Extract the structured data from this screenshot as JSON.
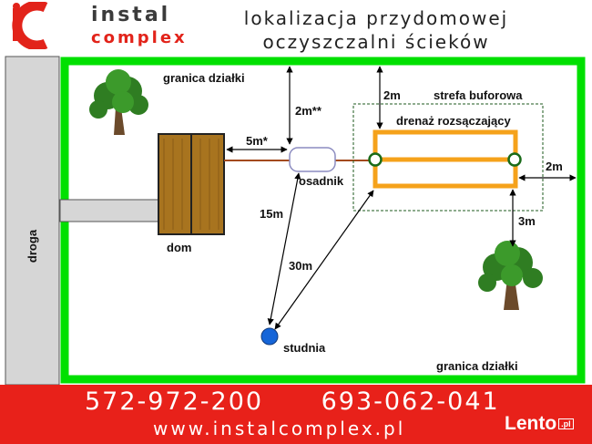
{
  "brand": {
    "name_top": "instal",
    "name_bottom": "complex",
    "colors": {
      "red": "#e2231a",
      "dark": "#3b3b3b"
    }
  },
  "header": {
    "title_line1": "lokalizacja przydomowej",
    "title_line2": "oczyszczalni ścieków"
  },
  "diagram": {
    "labels": {
      "road": "droga",
      "plot_boundary_top": "granica działki",
      "plot_boundary_bottom": "granica działki",
      "house": "dom",
      "settler": "osadnik",
      "buffer_zone": "strefa buforowa",
      "drainage": "drenaż rozsączający",
      "well": "studnia"
    },
    "distances": {
      "house_to_settler": "5m*",
      "settler_to_boundary": "2m**",
      "drainage_to_boundary_top": "2m",
      "drainage_to_boundary_right": "2m",
      "drainage_to_tree": "3m",
      "well_to_settler": "15m",
      "well_to_drainage": "30m"
    },
    "colors": {
      "plot_border": "#00e000",
      "road": "#d6d6d6",
      "house_wall": "#a8741f",
      "drainage": "#f5a21b",
      "well": "#1565d8",
      "pipe": "#a34a1c"
    }
  },
  "footer": {
    "phone_1": "572-972-200",
    "phone_2": "693-062-041",
    "website": "www.instalcomplex.pl",
    "badge_text": "Lento",
    "badge_suffix": ".pl"
  }
}
